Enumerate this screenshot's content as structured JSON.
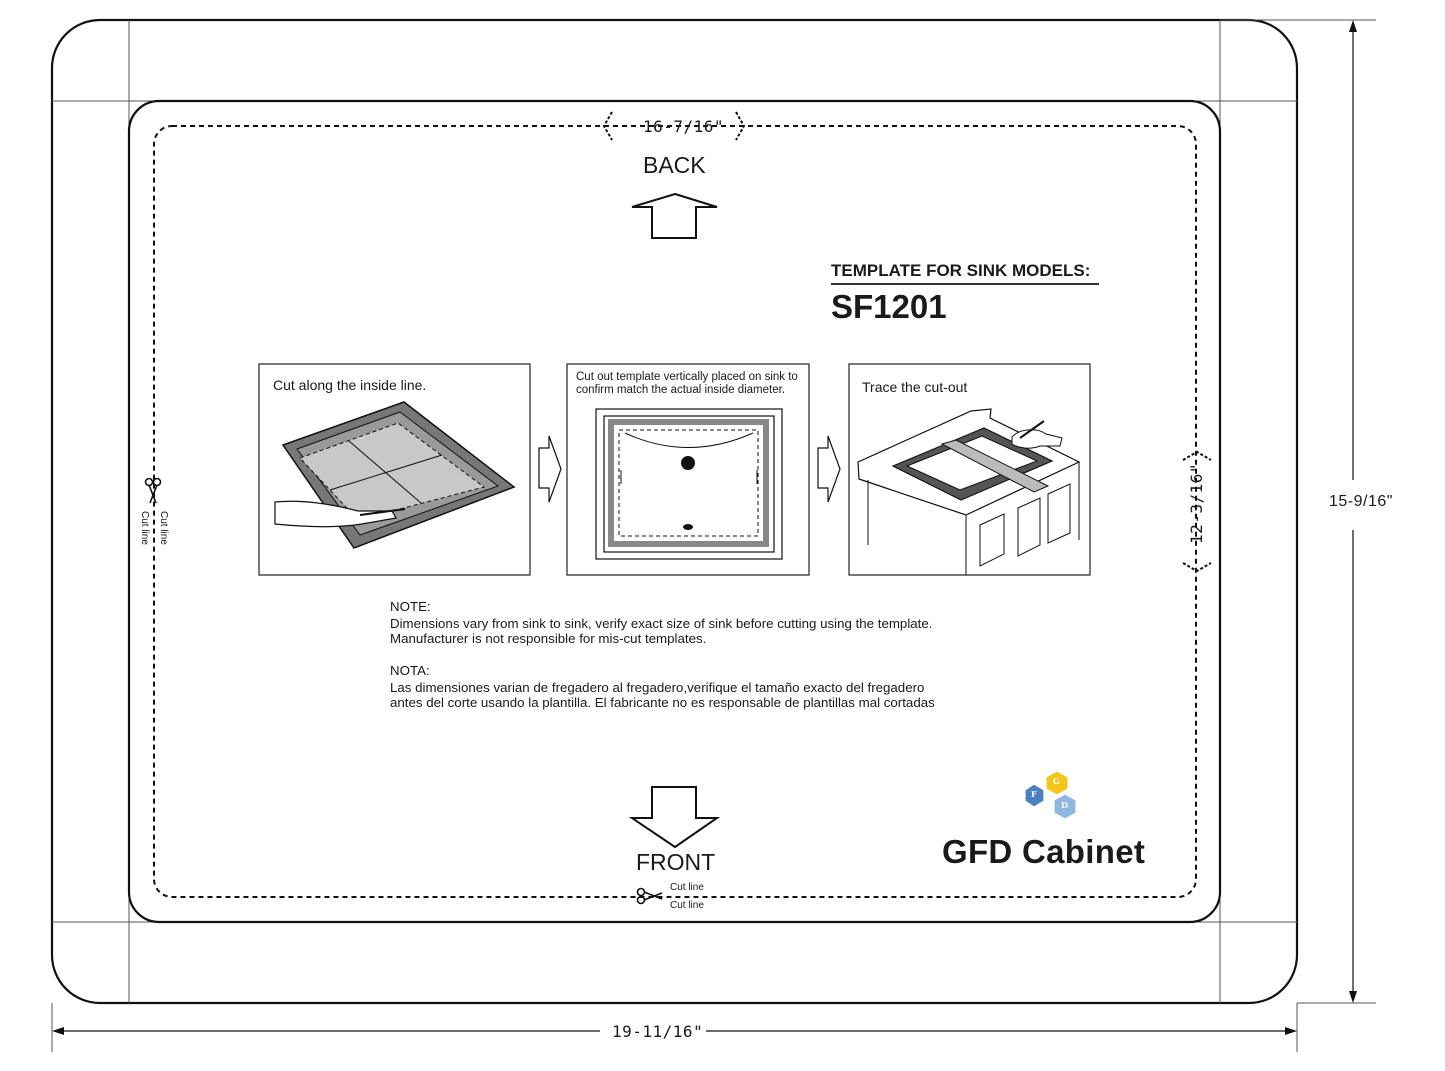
{
  "template": {
    "title": "TEMPLATE FOR SINK MODELS:",
    "model": "SF1201"
  },
  "directions": {
    "back": "BACK",
    "front": "FRONT"
  },
  "dimensions": {
    "outer_width": "19-11/16\"",
    "outer_height": "15-9/16\"",
    "inner_width": "16-7/16\"",
    "inner_height": "12-3/16\""
  },
  "steps": [
    {
      "label": "Cut along the inside line."
    },
    {
      "label": "Cut out template vertically placed on sink to confirm match the actual inside diameter."
    },
    {
      "label": "Trace the cut-out"
    }
  ],
  "notes": {
    "note_heading": "NOTE:",
    "note_line1": "Dimensions vary from sink to sink, verify exact size of sink before cutting using the template.",
    "note_line2": "Manufacturer is not responsible for mis-cut templates.",
    "nota_heading": "NOTA:",
    "nota_line1": "Las dimensiones varian de fregadero al fregadero,verifique el tamaño exacto del fregadero",
    "nota_line2": "antes del corte usando la plantilla. El fabricante no es responsable de plantillas mal cortadas"
  },
  "cut_labels": {
    "left_a": "Cut line",
    "left_b": "Cut line",
    "bottom_a": "Cut line",
    "bottom_b": "Cut line"
  },
  "brand": {
    "name": "GFD Cabinet",
    "hex_letters": [
      "F",
      "G",
      "D"
    ],
    "colors": {
      "blue": "#4a7fc1",
      "yellow": "#f5c518",
      "lightblue": "#8fb8e0"
    }
  }
}
